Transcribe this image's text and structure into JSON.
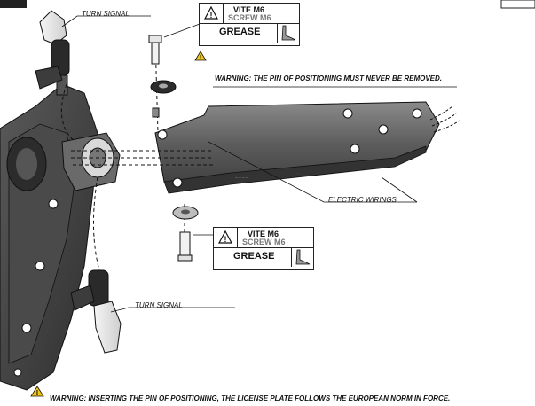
{
  "labels": {
    "turn_signal_top": "TURN SIGNAL",
    "turn_signal_bottom": "TURN SIGNAL",
    "warning_pin_prefix": "WARNING:",
    "warning_pin_text": " THE PIN OF POSITIONING MUST NEVER BE REMOVED.",
    "electric_wirings": "ELECTRIC WIRINGS",
    "warning_bottom_prefix": "WARNING:",
    "warning_bottom_text": " INSERTING THE PIN OF POSITIONING, THE LICENSE PLATE FOLLOWS THE EUROPEAN NORM IN FORCE."
  },
  "screw_box_top": {
    "line1": "VITE M6",
    "line2": "SCREW M6",
    "grease": "GREASE"
  },
  "screw_box_bottom": {
    "line1": "VITE M6",
    "line2": "SCREW M6",
    "grease": "GREASE"
  },
  "colors": {
    "warning_yellow": "#f2c318",
    "part_dark": "#3a3a3a",
    "part_mid": "#6b6b6b",
    "part_light": "#a8a8a8"
  }
}
